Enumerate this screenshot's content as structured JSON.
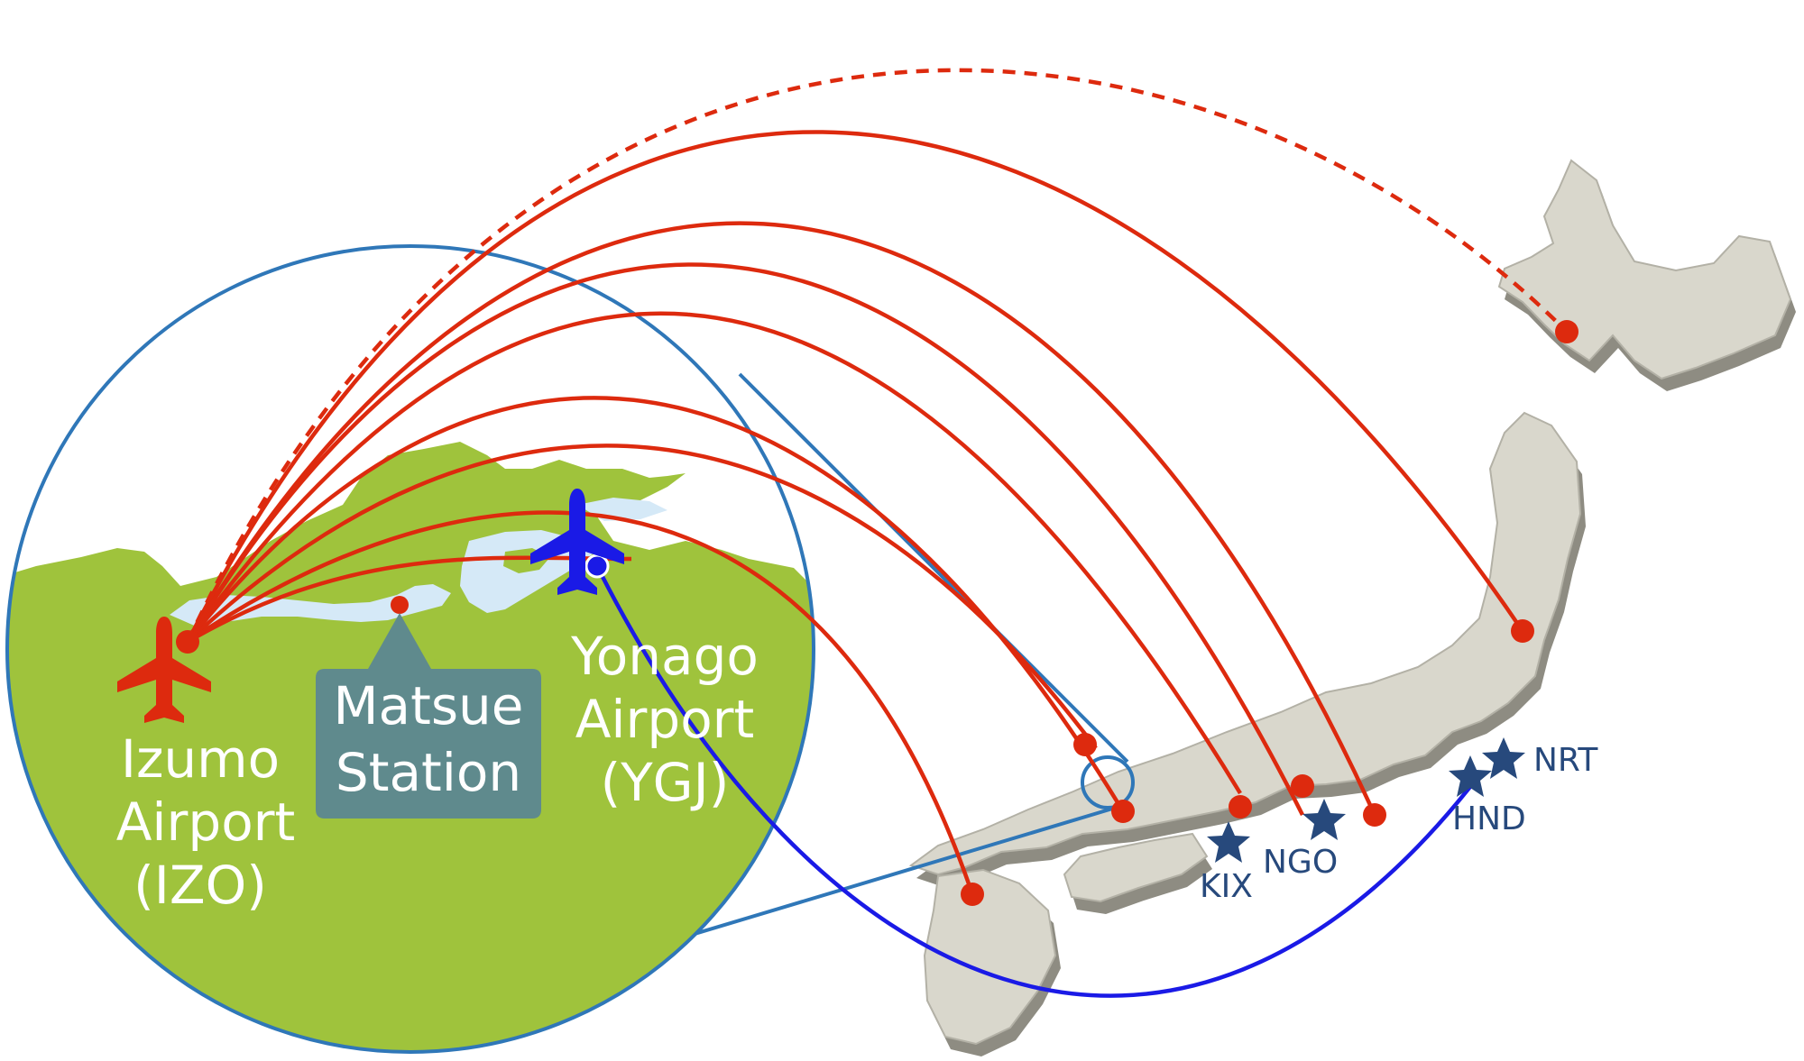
{
  "origins": {
    "izumo": {
      "name": "Izumo",
      "line2": "Airport",
      "code": "(IZO)"
    },
    "yonago": {
      "name": "Yonago",
      "line2": "Airport",
      "code": "(YGJ)"
    }
  },
  "station": {
    "line1": "Matsue",
    "line2": "Station"
  },
  "hub_airports": [
    {
      "code": "NRT"
    },
    {
      "code": "HND"
    },
    {
      "code": "NGO"
    },
    {
      "code": "KIX"
    }
  ],
  "colors": {
    "izumo_routes": "#dd2a0e",
    "yonago_routes": "#1a1ae6",
    "circle_outline": "#2f77b8",
    "local_land": "#9fc33c",
    "local_water": "#d5e9f7",
    "japan_land": "#d9d7cc",
    "japan_shadow": "#8e8c82",
    "station_box": "#5f8a8d",
    "hub_star": "#27497c"
  },
  "icons": [
    "airplane-icon",
    "star-icon"
  ]
}
